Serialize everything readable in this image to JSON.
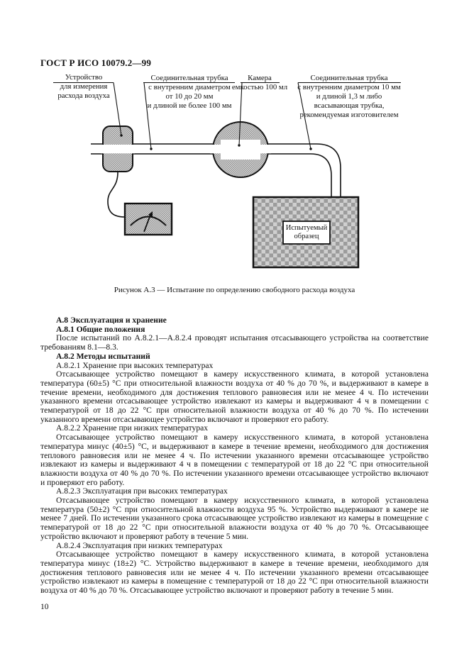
{
  "page": {
    "doc_number": "ГОСТ Р ИСО 10079.2—99",
    "page_number": "10"
  },
  "figure": {
    "caption": "Рисунок А.3 — Испытание по определению свободного расхода воздуха",
    "labels": {
      "flow_device": {
        "lines": [
          "Устройство",
          "для измерения",
          "расхода воздуха"
        ]
      },
      "inlet_tube": {
        "lines": [
          "Соединительная трубка",
          "с внутренним диаметром",
          "от 10 до 20 мм",
          "и длиной не более 100 мм"
        ]
      },
      "chamber": {
        "lines": [
          "Камера",
          "емкостью 100 мл"
        ]
      },
      "suction_tube": {
        "lines": [
          "Соединительная трубка",
          "с внутренним диаметром 10 мм",
          "и длиной 1,3 м либо",
          "всасывающая трубка,",
          "рекомендуемая изготовителем"
        ]
      },
      "specimen": {
        "lines": [
          "Испытуемый",
          "образец"
        ]
      }
    }
  },
  "content": {
    "blocks": [
      {
        "style": "h",
        "text": "А.8 Эксплуатация и хранение"
      },
      {
        "style": "h",
        "text": "А.8.1 Общие положения"
      },
      {
        "style": "p",
        "text": "После испытаний по А.8.2.1—А.8.2.4 проводят испытания отсасывающего устройства на соответствие требованиям 8.1—8.3."
      },
      {
        "style": "h",
        "text": "А.8.2 Методы испытаний"
      },
      {
        "style": "sub",
        "text": "А.8.2.1 Хранение при высоких температурах"
      },
      {
        "style": "p",
        "text": "Отсасывающее устройство помещают в камеру искусственного климата, в которой установлена температура (60±5) °С при относительной влажности воздуха от 40 % до 70 %, и выдерживают в камере в течение времени, необходимого для достижения теплового равновесия или не менее 4 ч. По истечении указанного времени отсасывающее устройство извлекают из камеры и выдерживают 4 ч в помещении с температурой от 18 до 22 °С при относительной влажности воздуха от 40 % до 70 %. По истечении указанного времени отсасывающее устройство включают и проверяют его работу."
      },
      {
        "style": "sub",
        "text": "А.8.2.2 Хранение при низких температурах"
      },
      {
        "style": "p",
        "text": "Отсасывающее устройство помещают в камеру искусственного климата, в которой установлена температура минус (40±5) °С, и выдерживают в камере в течение времени, необходимого для достижения теплового равновесия или не менее 4 ч. По истечении указанного времени отсасывающее устройство извлекают из камеры и выдерживают 4 ч в помещении с температурой от 18 до 22 °С при относительной влажности воздуха от 40 % до 70 %. По истечении указанного времени отсасывающее устройство включают и проверяют его работу."
      },
      {
        "style": "sub",
        "text": "А.8.2.3 Эксплуатация при высоких температурах"
      },
      {
        "style": "p",
        "text": "Отсасывающее устройство помещают в камеру искусственного климата, в которой установлена температура (50±2) °С при относительной влажности воздуха 95 %. Устройство выдерживают в камере не менее 7 дней. По истечении указанного срока отсасывающее устройство извлекают из камеры в помещение с температурой от 18 до 22 °С при относительной влажности воздуха от 40 % до 70 %. Отсасывающее устройство включают и проверяют работу в течение 5 мин."
      },
      {
        "style": "sub",
        "text": "А.8.2.4 Эксплуатация при низких температурах"
      },
      {
        "style": "p",
        "text": "Отсасывающее устройство помещают в камеру искусственного климата, в которой установлена температура минус (18±2) °С. Устройство выдерживают в камере в течение времени, необходимого для достижения теплового равновесия или не менее 4 ч. По истечении указанного времени отсасывающее устройство извлекают из камеры в помещение с температурой от 18 до 22 °С при относительной влажности воздуха от 40 % до 70 %. Отсасывающее устройство включают и проверяют работу в течение 5 мин."
      }
    ]
  }
}
